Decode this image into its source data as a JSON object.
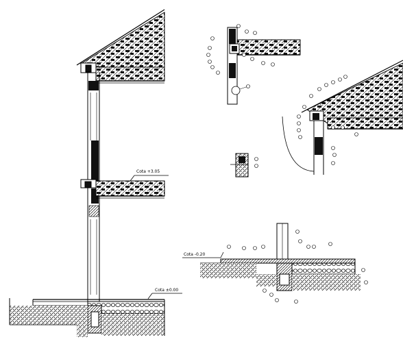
{
  "drawing": {
    "levels": {
      "upper": "Cota +3.05",
      "ground": "Cota ±0.00",
      "detail_floor": "Cota -0.20"
    }
  }
}
